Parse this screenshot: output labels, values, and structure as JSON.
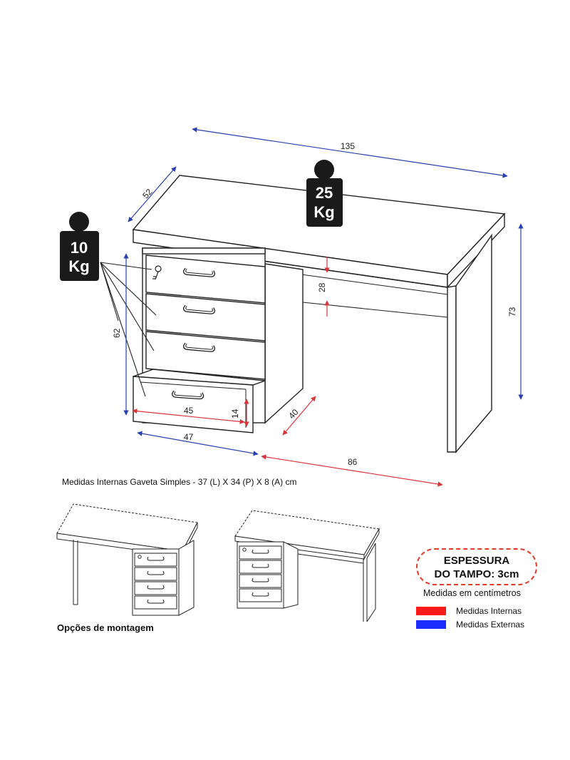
{
  "dimensions": {
    "width_total": "135",
    "depth_total": "52",
    "height_total": "73",
    "drawer_unit_height": "62",
    "drawer_width": "45",
    "drawer_height": "14",
    "drawer_depth": "40",
    "drawer_unit_width": "47",
    "leg_space_width": "86",
    "under_top_gap": "28"
  },
  "weights": {
    "drawer_capacity": {
      "value": "10",
      "unit": "Kg"
    },
    "top_capacity": {
      "value": "25",
      "unit": "Kg"
    }
  },
  "notes": {
    "internal_drawer": "Medidas Internas Gaveta Simples -  37 (L) X 34 (P) X 8 (A) cm",
    "assembly_options": "Opções de montagem",
    "thickness_line1": "ESPESSURA",
    "thickness_line2": "DO TAMPO: 3cm",
    "units": "Medidas em centímetros"
  },
  "legend": [
    {
      "label": "Medidas Internas",
      "color": "#ff1a1a"
    },
    {
      "label": "Medidas Externas",
      "color": "#1a2cff"
    }
  ],
  "colors": {
    "external_dimension": "#2a3fb0",
    "internal_dimension": "#d9343a",
    "weight_icon": "#1a1a1a",
    "badge_border": "#e23a2a"
  }
}
